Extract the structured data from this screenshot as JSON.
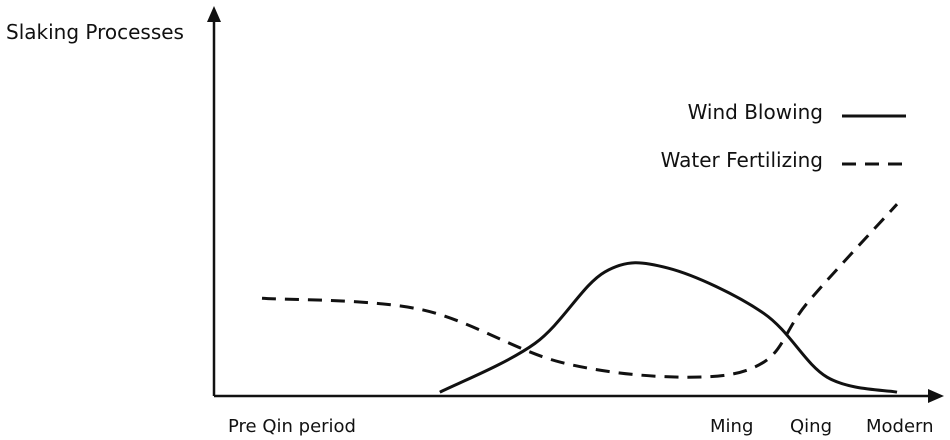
{
  "chart_data": {
    "type": "line",
    "title": "",
    "xlabel": "",
    "ylabel": "Slaking Processes",
    "x_ticks": [
      "Pre Qin period",
      "Ming",
      "Qing",
      "Modern"
    ],
    "grid": false,
    "legend_placement": "top-right",
    "series": [
      {
        "name": "Wind Blowing",
        "style": "solid",
        "color": "#111111",
        "points": [
          [
            0.28,
            0.01
          ],
          [
            0.43,
            0.14
          ],
          [
            0.54,
            0.33
          ],
          [
            0.64,
            0.34
          ],
          [
            0.79,
            0.22
          ],
          [
            0.89,
            0.05
          ],
          [
            1.0,
            0.01
          ]
        ]
      },
      {
        "name": "Water Fertilizing",
        "style": "dashed",
        "color": "#111111",
        "points": [
          [
            0.0,
            0.26
          ],
          [
            0.25,
            0.23
          ],
          [
            0.47,
            0.09
          ],
          [
            0.67,
            0.05
          ],
          [
            0.79,
            0.09
          ],
          [
            0.86,
            0.25
          ],
          [
            1.0,
            0.51
          ]
        ]
      }
    ]
  }
}
